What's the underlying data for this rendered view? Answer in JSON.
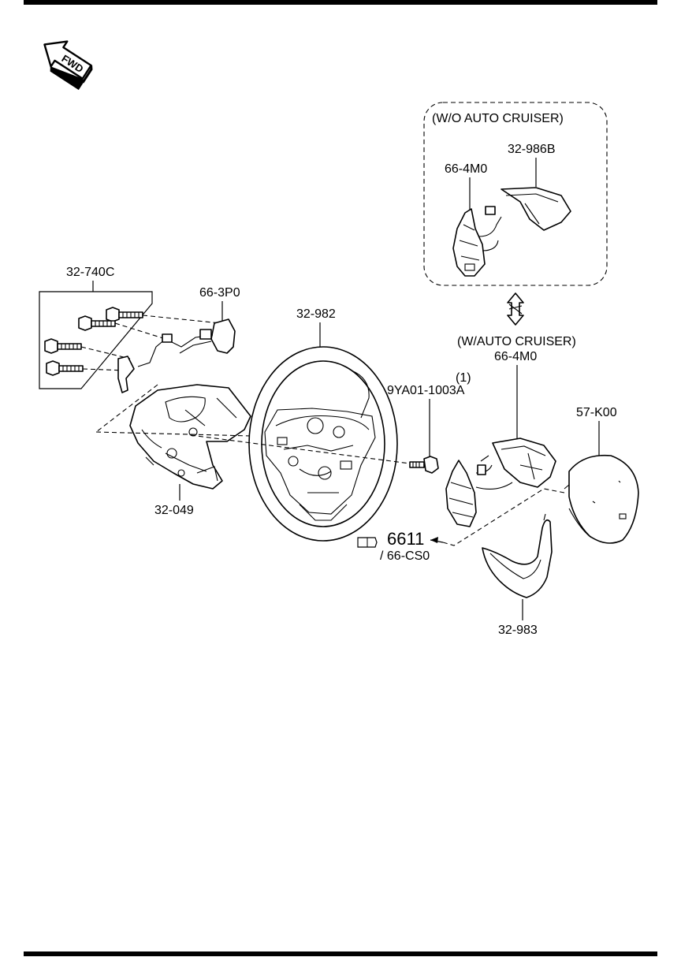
{
  "fwd_label": "FWD",
  "groups": {
    "without_cruise": "(W/O AUTO CRUISER)",
    "with_cruise": "(W/AUTO CRUISER)"
  },
  "callouts": {
    "bolt_set": "32-740C",
    "harness": "66-3P0",
    "wheel": "32-982",
    "switch_wo": "66-4M0",
    "cover_wo": "32-986B",
    "switch_w": "66-4M0",
    "bolt_qty": "(1)",
    "bolt": "9YA01-1003A",
    "back_cover": "32-049",
    "airbag": "57-K00",
    "lower_cover": "32-983",
    "ref_num": "6611",
    "ref_sub": "/ 66-CS0"
  }
}
